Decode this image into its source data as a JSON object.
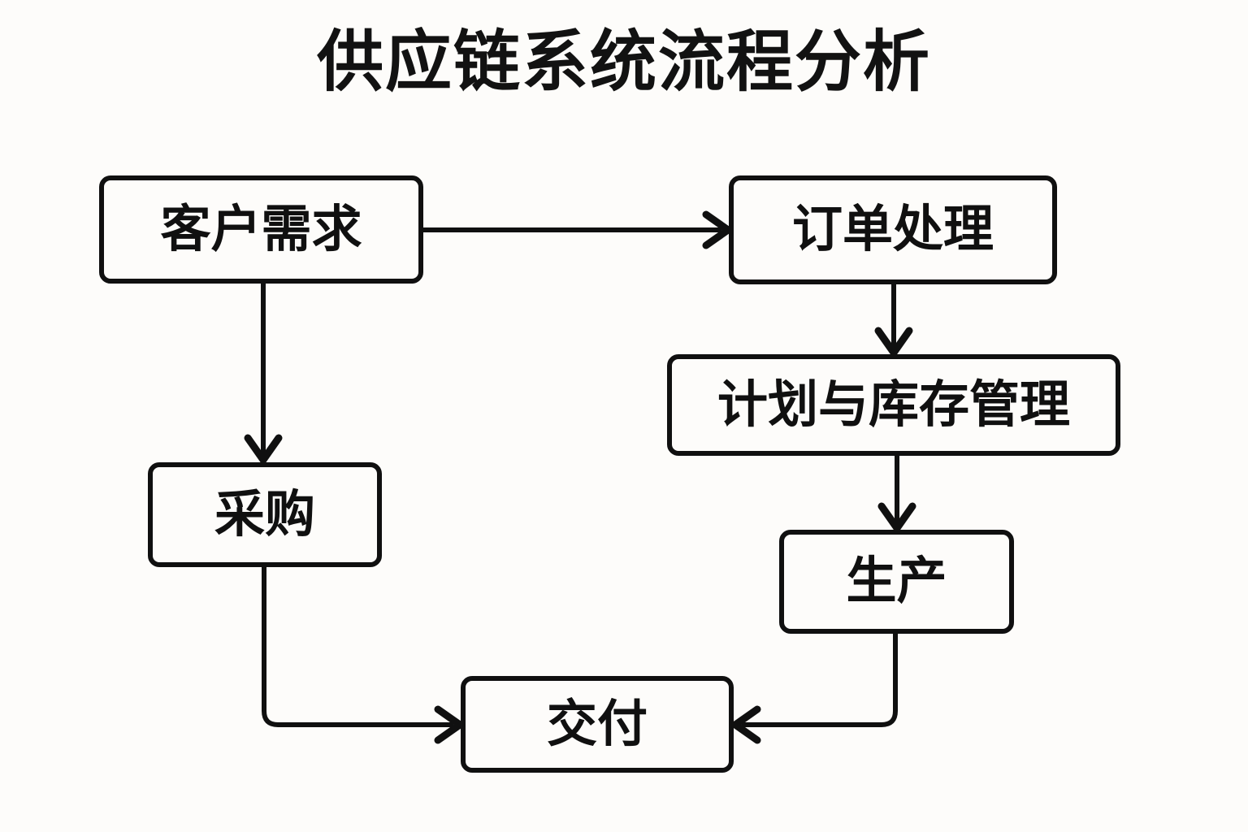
{
  "diagram": {
    "title": "供应链系统流程分析",
    "background_color": "#fdfcfa",
    "line_color": "#101010",
    "nodes": [
      {
        "id": "customer-demand",
        "label": "客户需求"
      },
      {
        "id": "order-processing",
        "label": "订单处理"
      },
      {
        "id": "planning-inventory",
        "label": "计划与库存管理"
      },
      {
        "id": "procurement",
        "label": "采购"
      },
      {
        "id": "production",
        "label": "生产"
      },
      {
        "id": "delivery",
        "label": "交付"
      }
    ],
    "edges": [
      {
        "id": "edge-customer-demand-to-order-processing",
        "from": "customer-demand",
        "to": "order-processing",
        "direction": "right"
      },
      {
        "id": "edge-customer-demand-to-procurement",
        "from": "customer-demand",
        "to": "procurement",
        "direction": "down"
      },
      {
        "id": "edge-order-processing-to-planning",
        "from": "order-processing",
        "to": "planning-inventory",
        "direction": "down"
      },
      {
        "id": "edge-planning-to-production",
        "from": "planning-inventory",
        "to": "production",
        "direction": "down"
      },
      {
        "id": "edge-procurement-to-delivery",
        "from": "procurement",
        "to": "delivery",
        "direction": "right"
      },
      {
        "id": "edge-production-to-delivery",
        "from": "production",
        "to": "delivery",
        "direction": "left"
      }
    ]
  }
}
